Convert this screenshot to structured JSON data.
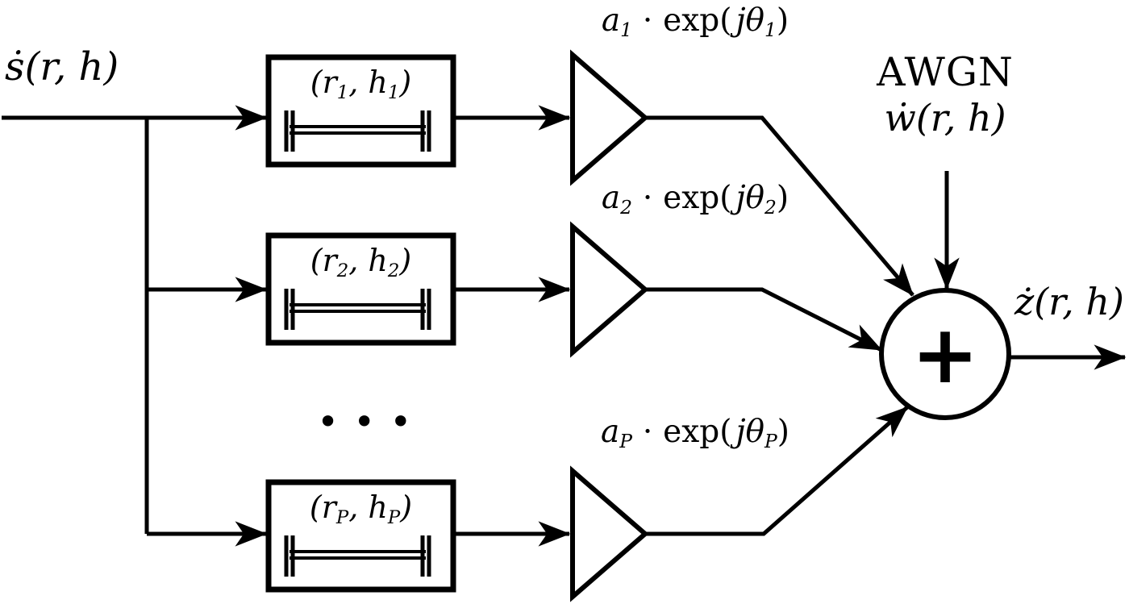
{
  "diagram": {
    "title": "multipath-channel-block-diagram",
    "input_label": "ṡ(r, h)",
    "noise_title": "AWGN",
    "noise_label": "ẇ(r, h)",
    "output_label": "ż(r, h)",
    "sum_symbol": "+",
    "ellipsis": "•••",
    "symbols": {
      "open_paren": "(",
      "close_paren": ")",
      "comma": ", ",
      "dot_operator": " ⋅ ",
      "exp": "exp(",
      "j": "j",
      "theta": "θ"
    },
    "icons": {
      "delay": "delay-line-icon",
      "amplifier": "amplifier-triangle-icon",
      "summer": "sum-junction-icon",
      "arrowhead": "stealth-arrowhead-icon"
    },
    "colors": {
      "ink": "#000000",
      "background": "#ffffff"
    },
    "branches": [
      {
        "delay_var1": "r",
        "delay_sub1": "1",
        "delay_var2": "h",
        "delay_sub2": "1",
        "gain_var": "a",
        "gain_sub": "1",
        "theta_sub": "1"
      },
      {
        "delay_var1": "r",
        "delay_sub1": "2",
        "delay_var2": "h",
        "delay_sub2": "2",
        "gain_var": "a",
        "gain_sub": "2",
        "theta_sub": "2"
      },
      {
        "delay_var1": "r",
        "delay_sub1": "P",
        "delay_var2": "h",
        "delay_sub2": "P",
        "gain_var": "a",
        "gain_sub": "P",
        "theta_sub": "P"
      }
    ]
  }
}
